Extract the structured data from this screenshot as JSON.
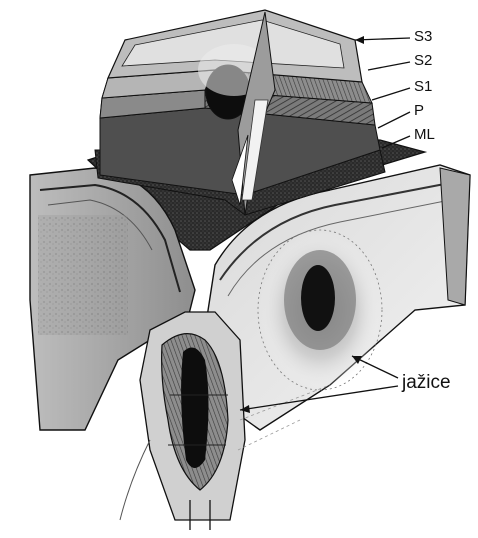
{
  "labels": {
    "s3": "S3",
    "s2": "S2",
    "s1": "S1",
    "p": "P",
    "ml": "ML",
    "pits": "jažice"
  },
  "colors": {
    "ink": "#111111",
    "lumen": "#0d0d0d",
    "dark_tissue": "#2b2b2b",
    "mid_tissue": "#6e6e6e",
    "light_tissue": "#cfcfcf",
    "paper": "#ffffff"
  }
}
